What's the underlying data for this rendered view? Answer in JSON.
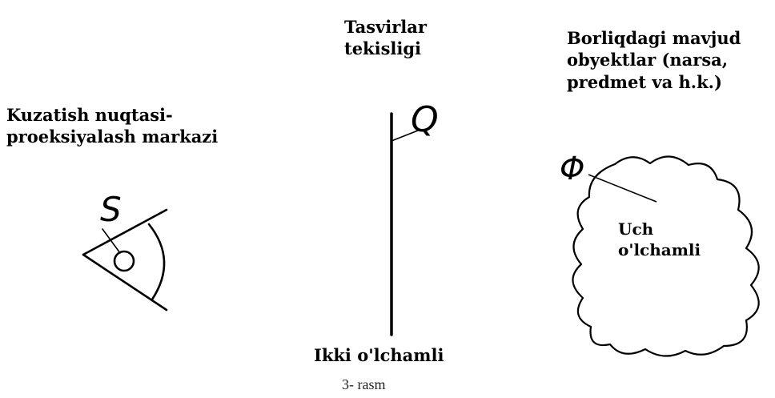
{
  "labels": {
    "observer": [
      "Kuzatish nuqtasi-",
      "proeksiyalash markazi"
    ],
    "image_plane": [
      "Tasvirlar",
      "tekisligi"
    ],
    "real_objects": [
      "Borliqdagi mavjud",
      "obyektlar (narsa,",
      "predmet va h.k.)"
    ],
    "three_dimensional": [
      "Uch",
      "o'lchamli"
    ],
    "two_dimensional": "Ikki o'lchamli",
    "caption": "3- rasm"
  },
  "symbols": {
    "projection_center": "S",
    "plane": "Q",
    "object": "Φ"
  }
}
